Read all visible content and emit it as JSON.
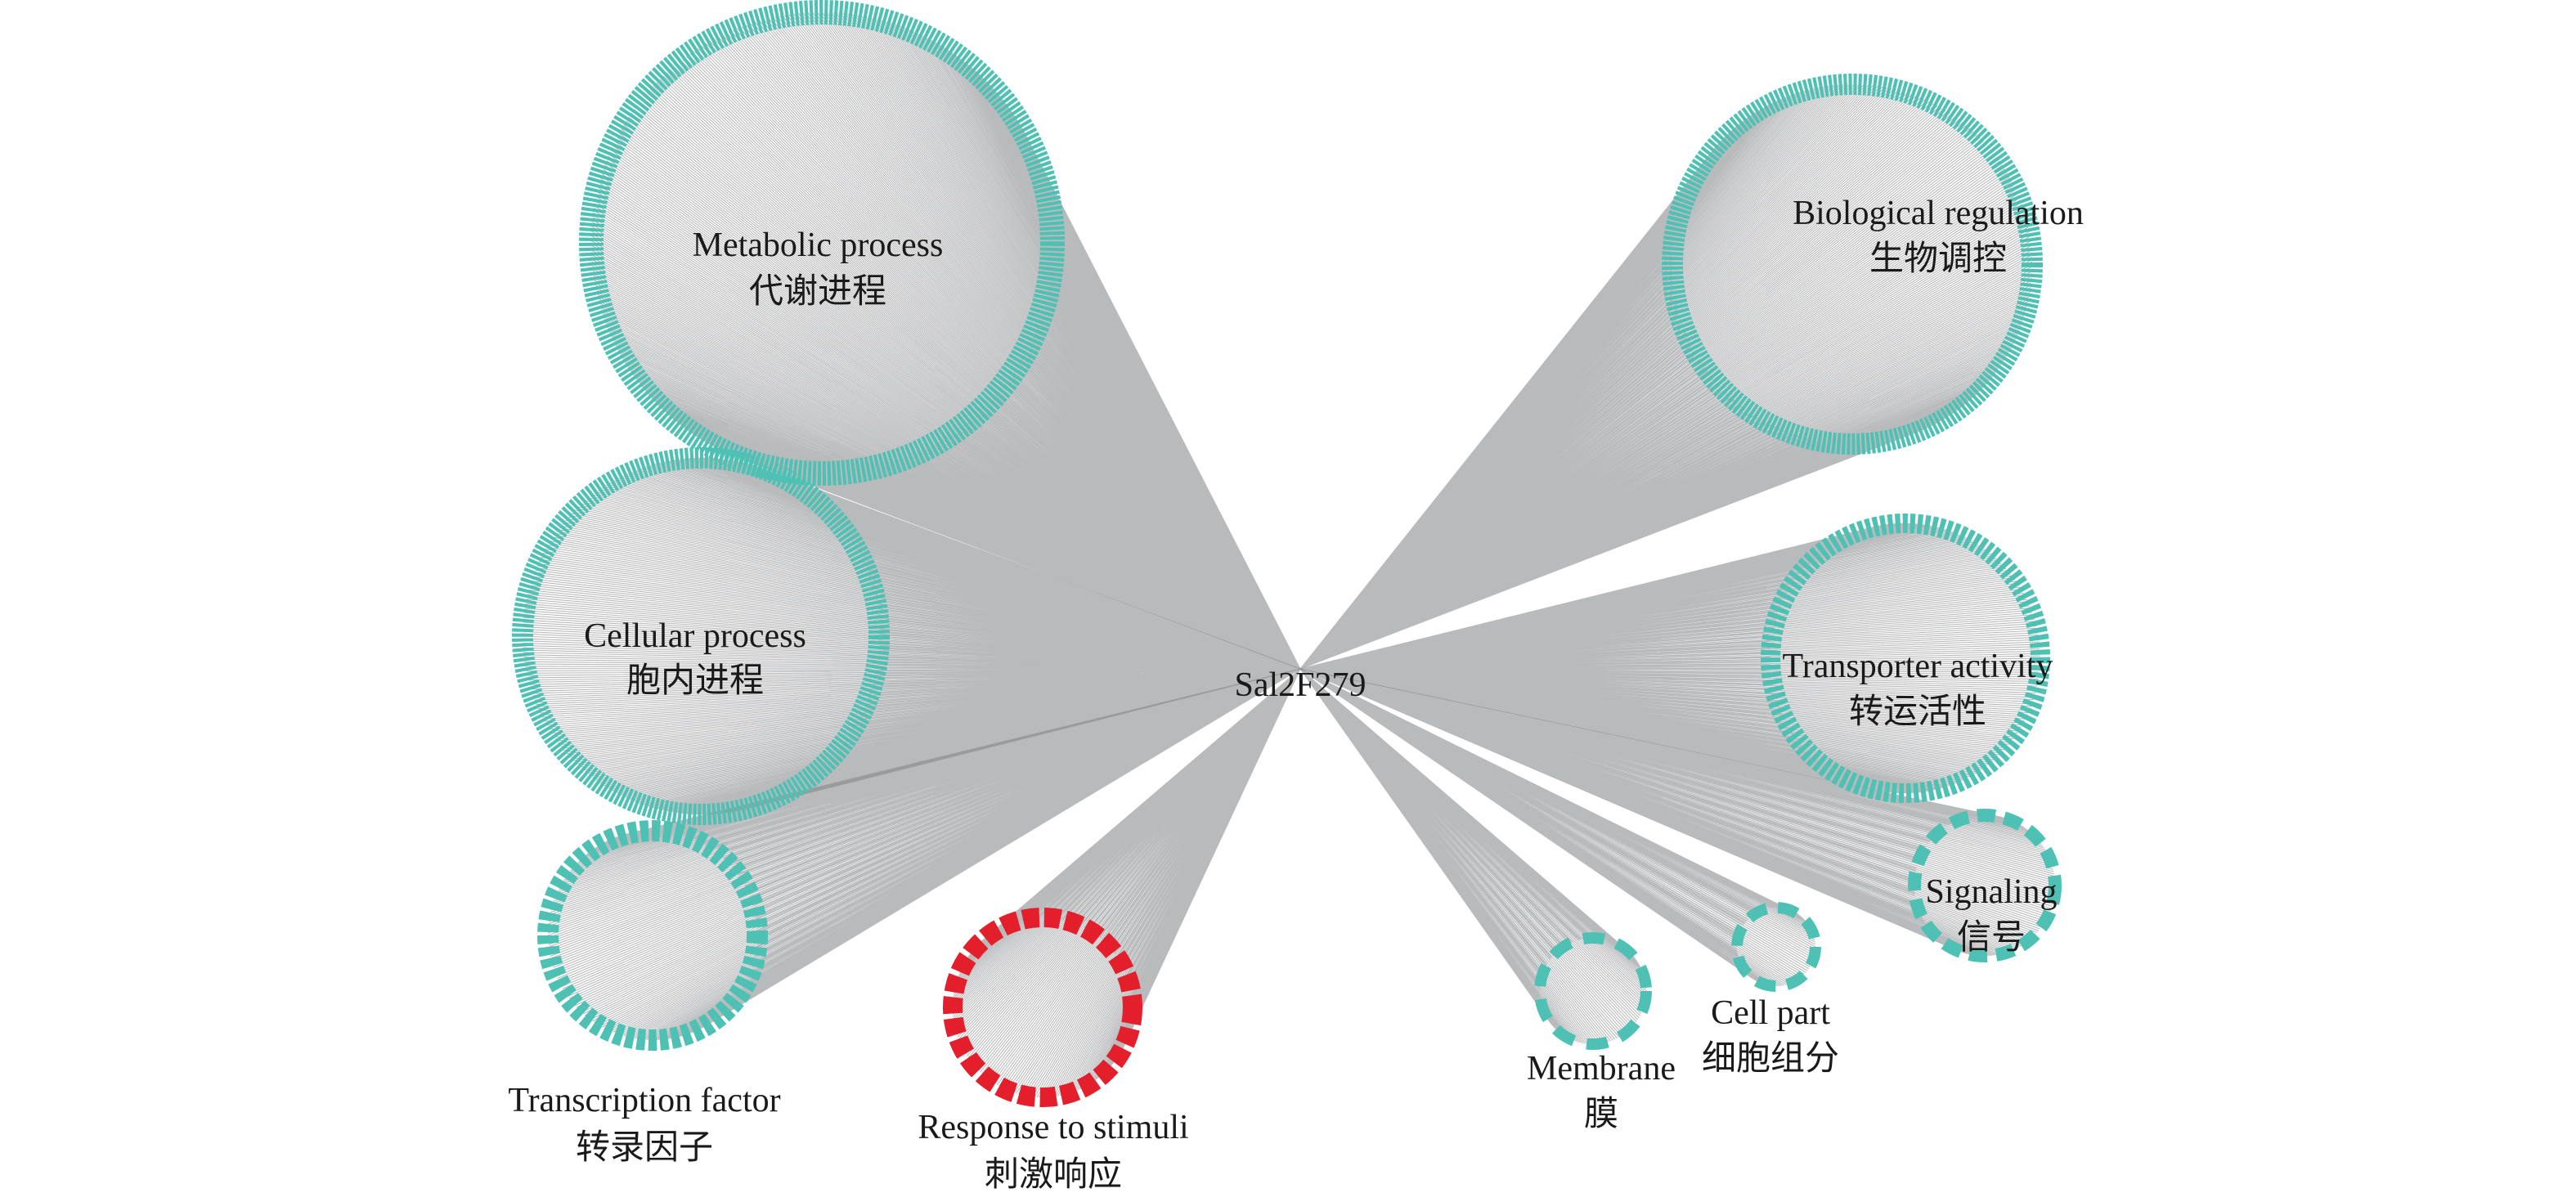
{
  "hub": {
    "label": "Sal2F279",
    "edge_color": "#808285"
  },
  "colors": {
    "node_default": "#4fc1b4",
    "node_highlight": "#e21f2a"
  },
  "clusters": [
    {
      "key": "metabolic",
      "en": "Metabolic process",
      "zh": "代谢进程",
      "color": "#4fc1b4"
    },
    {
      "key": "cellular",
      "en": "Cellular process",
      "zh": "胞内进程",
      "color": "#4fc1b4"
    },
    {
      "key": "transcription",
      "en": "Transcription factor",
      "zh": "转录因子",
      "color": "#4fc1b4"
    },
    {
      "key": "response",
      "en": "Response to stimuli",
      "zh": "刺激响应",
      "color": "#e21f2a"
    },
    {
      "key": "biological",
      "en": "Biological regulation",
      "zh": "生物调控",
      "color": "#4fc1b4"
    },
    {
      "key": "transporter",
      "en": "Transporter activity",
      "zh": "转运活性",
      "color": "#4fc1b4"
    },
    {
      "key": "signaling",
      "en": "Signaling",
      "zh": "信号",
      "color": "#4fc1b4"
    },
    {
      "key": "cellpart",
      "en": "Cell part",
      "zh": "细胞组分",
      "color": "#4fc1b4"
    },
    {
      "key": "membrane",
      "en": "Membrane",
      "zh": "膜",
      "color": "#4fc1b4"
    }
  ]
}
